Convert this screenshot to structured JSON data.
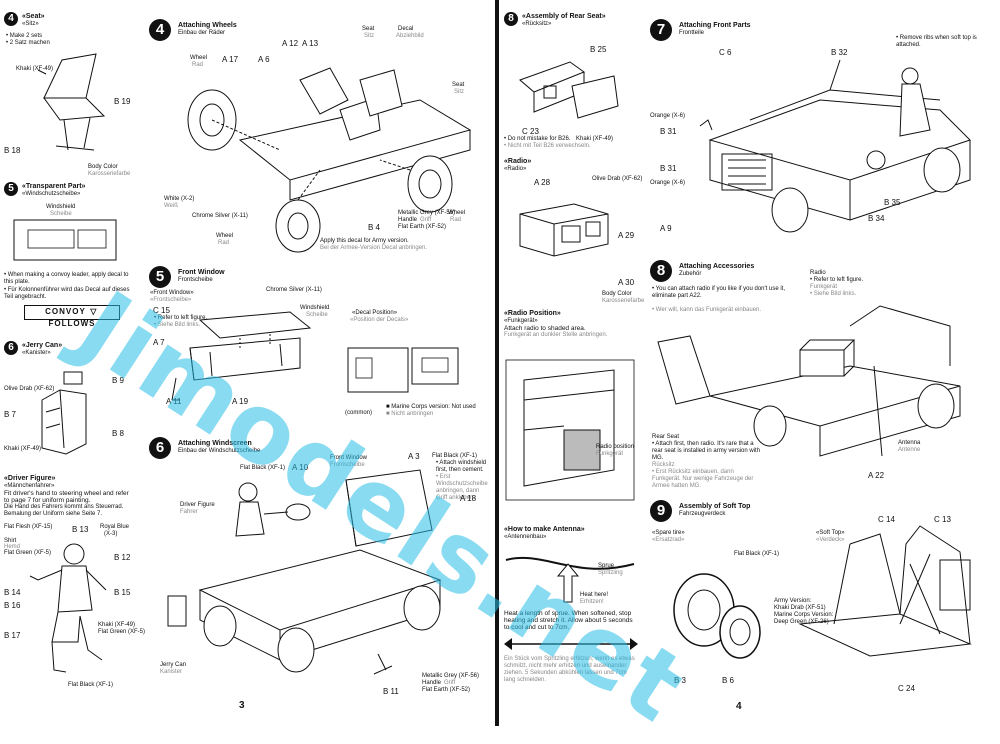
{
  "page3": {
    "page_number": "3",
    "step4_seat": {
      "num": "4",
      "title": "«Seat»",
      "title_de": "«Sitz»",
      "note1": "• Make 2 sets",
      "note2": "• 2 Satz machen",
      "khaki": "Khaki (XF-49)",
      "b19": "B 19",
      "b18": "B 18",
      "body_color": "Body Color",
      "body_color_de": "Karosseriefarbe"
    },
    "step5_transparent": {
      "num": "5",
      "title": "«Transparent Part»",
      "title_de": "«Windschutzscheibe»",
      "windshield": "Windshield",
      "windshield_de": "Scheibe",
      "note_en": "• When making a convoy leader, apply decal to this plate.",
      "note_de": "• Für Kolonnenführer wird das Decal auf dieses Teil angebracht.",
      "convoy_left": "CONVOY",
      "convoy_right": "FOLLOWS"
    },
    "step6_jerrycan": {
      "num": "6",
      "title": "«Jerry Can»",
      "title_de": "«Kanister»",
      "b9": "B 9",
      "olive": "Olive Drab (XF-62)",
      "b7": "B 7",
      "b8": "B 8",
      "khaki": "Khaki (XF-49)"
    },
    "driver": {
      "title": "«Driver Figure»",
      "title_de": "«Männchenfahrer»",
      "note_en": "Fit driver's hand to steering wheel and refer to page 7 for uniform painting.",
      "note_de": "Die Hand des Fahrers kommt ans Steuerrad. Bemalung der Uniform siehe Seite 7.",
      "flesh": "Flat Flesh (XF-15)",
      "shirt": "Shirt",
      "shirt_de": "Hemd",
      "green": "Flat Green (XF-5)",
      "b13": "B 13",
      "royal": "Royal Blue",
      "royal_code": "(X-3)",
      "b12": "B 12",
      "b14": "B 14",
      "b16": "B 16",
      "b15": "B 15",
      "b17": "B 17",
      "khaki_green": "Khaki (XF-49)",
      "flat_green": "Flat Green (XF-5)",
      "black": "Flat Black (XF-1)"
    },
    "step4_wheels": {
      "num": "4",
      "title": "Attaching Wheels",
      "title_de": "Einbau der Räder",
      "wheel": "Wheel",
      "wheel_de": "Rad",
      "a17": "A 17",
      "a12": "A 12",
      "a13": "A 13",
      "a6": "A 6",
      "seat": "Seat",
      "seat_de": "Sitz",
      "decal": "Decal",
      "decal_de": "Abziehbild",
      "seat2": "Seat",
      "seat2_de": "Sitz",
      "white": "White (X-2)",
      "white_de": "Weiß",
      "chrome": "Chrome Silver (X-11)",
      "metallic": "Metallic Grey (XF-56)",
      "handle": "Handle",
      "handle_de": "Griff",
      "flat_earth": "Flat Earth (XF-52)",
      "b4": "B 4",
      "wheel2": "Wheel",
      "wheel2_de": "Rad",
      "wheel3": "Wheel",
      "wheel3_de": "Rad",
      "army_note": "Apply this decal for Army version.",
      "army_note_de": "Bei der Armee-Version Decal anbringen."
    },
    "step5_window": {
      "num": "5",
      "title": "Front Window",
      "title_de": "Frontscheibe",
      "sub": "«Front Window»",
      "sub_de": "«Frontscheibe»",
      "chrome": "Chrome Silver (X-11)",
      "c15": "C 15",
      "refer": "• Refer to left figure.",
      "refer_de": "• Siehe Bild links.",
      "windshield": "Windshield",
      "windshield_de": "Scheibe",
      "decal_pos": "«Decal Position»",
      "decal_pos_de": "«Position der Decals»",
      "a7": "A 7",
      "a11": "A 11",
      "a19": "A 19",
      "common": "(common)",
      "marine": "■ Marine Corps version: Not used",
      "marine_de": "■ Nicht anbringen"
    },
    "step6_windscreen": {
      "num": "6",
      "title": "Attaching Windscreen",
      "title_de": "Einbau der Windschutzscheibe",
      "black": "Flat Black (XF-1)",
      "a10": "A 10",
      "front_window": "Front Window",
      "front_window_de": "Frontscheibe",
      "a3": "A 3",
      "black2": "Flat Black (XF-1)",
      "attach": "• Attach windshield first, then cement.",
      "attach_de": "• Erst Windschutzscheibe anbringen, dann Griff ankleben.",
      "a18": "A 18",
      "driver": "Driver Figure",
      "driver_de": "Fahrer",
      "jerrycan": "Jerry Can",
      "jerrycan_de": "Kanister",
      "metallic": "Metallic Grey (XF-56)",
      "handle": "Handle",
      "handle_de": "Griff",
      "flat_earth": "Flat Earth (XF-52)",
      "b11": "B 11"
    }
  },
  "page4": {
    "page_number": "4",
    "step8_rear": {
      "num": "8",
      "title": "«Assembly of Rear Seat»",
      "title_de": "«Rücksitz»",
      "b25": "B 25",
      "c23": "C 23",
      "note": "• Do not mistake for B26.",
      "note_de": "• Nicht mit Teil B26 verwechseln.",
      "khaki": "Khaki (XF-49)"
    },
    "radio": {
      "title": "«Radio»",
      "title_de": "«Radio»",
      "a28": "A 28",
      "olive": "Olive Drab (XF-62)",
      "a29": "A 29",
      "a30": "A 30",
      "body_color": "Body Color",
      "body_color_de": "Karosseriefarbe"
    },
    "radio_position": {
      "title": "«Radio Position»",
      "title_de": "«Funkgerät»",
      "note": "Attach radio to shaded area.",
      "note_de": "Funkgerät an dunkler Stelle anbringen.",
      "label": "Radio position",
      "label_de": "Funkgerät"
    },
    "antenna": {
      "title": "«How to make Antenna»",
      "title_de": "«Antennenbau»",
      "sprue": "Sprue",
      "sprue_de": "Spritzling",
      "heat": "Heat here!",
      "heat_de": "Erhitzen!",
      "note_en": "Heat a length of sprue. When softened, stop heating and stretch it. Allow about 5 seconds to cool and cut to 7cm.",
      "note_de": "Ein Stück vom Spritzling erhitzen; wenn es etwas schmilzt, nicht mehr erhitzen und auseinander ziehen. 5 Sekunden abkühlen lassen und 7cm lang schneiden."
    },
    "step7_front": {
      "num": "7",
      "title": "Attaching Front Parts",
      "title_de": "Frontteile",
      "c6": "C 6",
      "b32": "B 32",
      "remove": "• Remove ribs when soft top is attached.",
      "orange": "Orange (X-6)",
      "b31": "B 31",
      "b31b": "B 31",
      "orange2": "Orange (X-6)",
      "a9": "A 9",
      "b35": "B 35",
      "b34": "B 34"
    },
    "step8_accessories": {
      "num": "8",
      "title": "Attaching Accessories",
      "title_de": "Zubehör",
      "radio": "Radio",
      "refer": "• Refer to left figure.",
      "radio_de": "Funkgerät",
      "refer_de": "• Siehe Bild links.",
      "attach": "• You can attach radio if you like if you don't use it, eliminate part A22.",
      "attach_de": "• Wer will, kann das Funkgerät einbauen.",
      "rear_seat": "Rear Seat",
      "rear_note": "• Attach first, then radio. It's rare that a rear seat is installed in army version with MG.",
      "rear_de": "Rücksitz",
      "rear_note_de": "• Erst Rücksitz einbauen, dann Funkgerät. Nur wenige Fahrzeuge der Armee hatten MG.",
      "antenna": "Antenna",
      "antenna_de": "Antenne",
      "a22": "A 22"
    },
    "step9_softtop": {
      "num": "9",
      "title": "Assembly of Soft Top",
      "title_de": "Fahrzeugverdeck",
      "spare": "«Spare tire»",
      "spare_de": "«Ersatzrad»",
      "black": "Flat Black (XF-1)",
      "soft": "«Soft Top»",
      "soft_de": "«Verdeck»",
      "c14": "C 14",
      "c13": "C 13",
      "army": "Army Version:",
      "army_color": "Khaki Drab (XF-51)",
      "marine": "Marine Corps Version:",
      "marine_color": "Deep Green (XF-26)",
      "b3": "B 3",
      "b6": "B 6",
      "c24": "C 24"
    }
  },
  "watermark": "Jimodels.net",
  "colors": {
    "ink": "#111111",
    "watermark": "#28bee6"
  }
}
